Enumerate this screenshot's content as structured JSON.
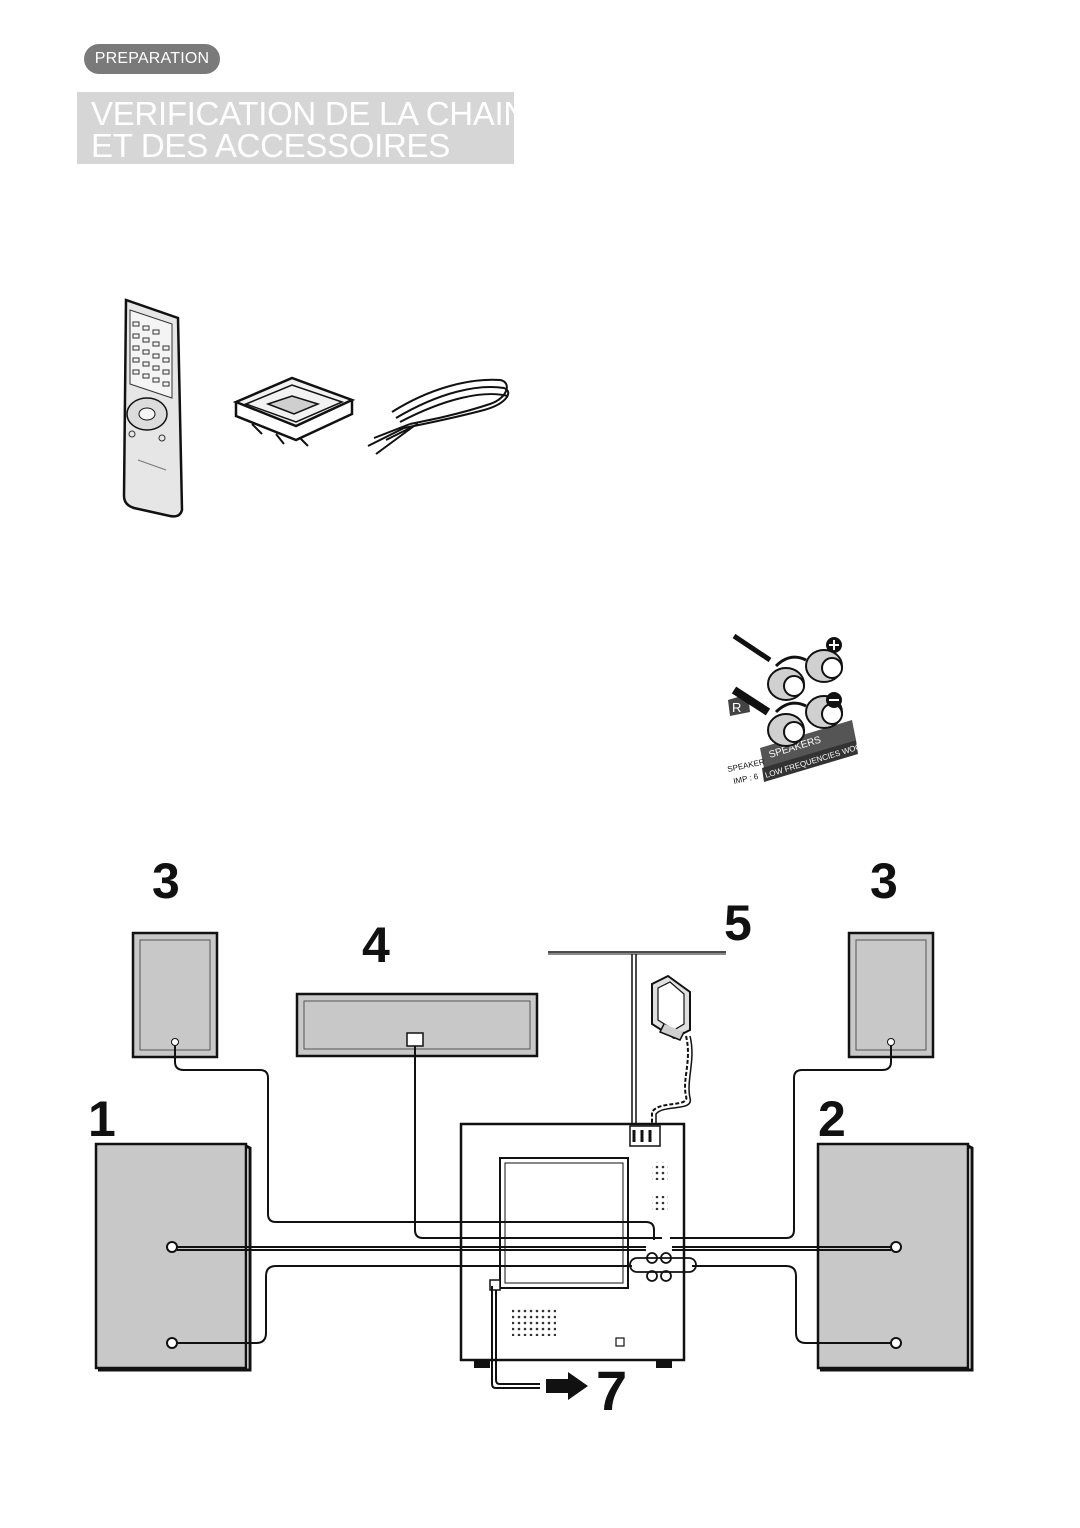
{
  "section_badge": "PREPARATION",
  "title": {
    "line1": "VERIFICATION DE LA CHAIN",
    "line2": "ET DES ACCESSOIRES"
  },
  "terminal_figure": {
    "channel_label": "R",
    "speakers_label": "SPEAKERS",
    "woofer_label": "LOW FREQUENCIES WOOFER",
    "speaker_label": "SPEAKER",
    "impedance_label": "IMP : 6"
  },
  "step_numbers": {
    "left_satellite": "3",
    "right_satellite": "3",
    "center_speaker": "4",
    "antenna": "5",
    "left_woofer": "1",
    "right_woofer": "2",
    "power": "7"
  },
  "icons": [
    "remote-control-icon",
    "am-loop-antenna-icon",
    "fm-wire-antenna-icon",
    "speaker-terminal-icon",
    "plus-icon",
    "minus-icon",
    "arrow-right-icon"
  ],
  "colors": {
    "badge_bg": "#7a7a7a",
    "title_bg": "#d6d6d6",
    "speaker_fill": "#c8c8c8",
    "line": "#111111"
  }
}
